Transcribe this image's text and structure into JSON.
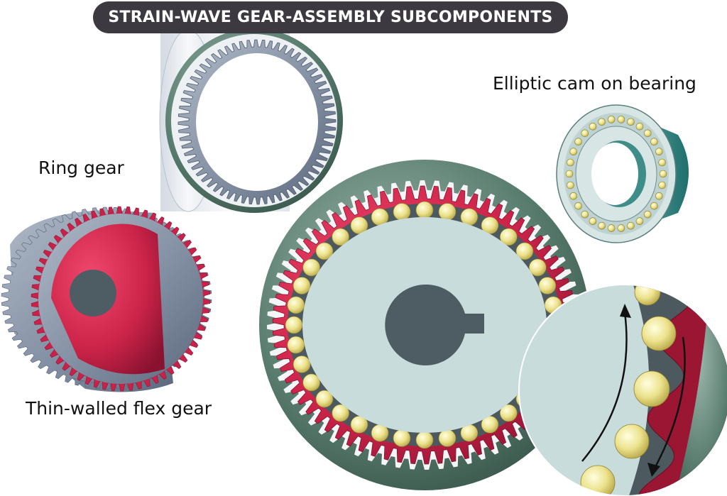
{
  "title": "STRAIN-WAVE GEAR-ASSEMBLY SUBCOMPONENTS",
  "labels": {
    "ring_gear": "Ring gear",
    "flex_gear": "Thin-walled flex gear",
    "cam": "Elliptic cam on bearing"
  },
  "counts": {
    "ring_gear_teeth": 64,
    "flex_gear_teeth": 62,
    "assembly_outer_teeth": 68,
    "assembly_flex_teeth": 70,
    "assembly_balls": 36,
    "small_bearing_balls": 30
  },
  "colors": {
    "title_bg": "#3c3a40",
    "steel": "#8a97aa",
    "flex_red": "#c8224a",
    "ring_green": "#4f7466",
    "cam_face": "#c9dcdc",
    "ball": "#ece28c",
    "hub": "#4e5d63",
    "bearing_teal": "#2f8a88",
    "arrow": "#111111"
  }
}
